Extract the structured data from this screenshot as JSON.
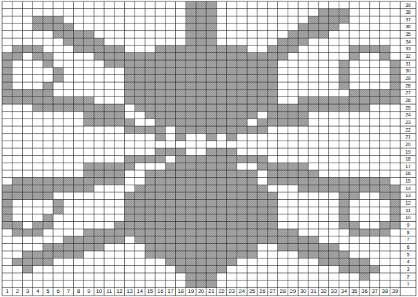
{
  "diagram": {
    "labels": [
      "1",
      "2",
      "3",
      "4",
      "5",
      "6",
      "7",
      "8",
      "9",
      "10",
      "11",
      "12",
      "13",
      "14",
      "15",
      "16",
      "17",
      "18",
      "19",
      "20",
      "21",
      "22",
      "23",
      "24",
      "25",
      "26",
      "27",
      "28",
      "29",
      "30",
      "31",
      "32",
      "33",
      "34",
      "35",
      "36",
      "37",
      "38",
      "39",
      "1",
      "2",
      "3",
      "4",
      "5",
      "6",
      "7",
      "8",
      "9",
      "10",
      "11",
      "12",
      "13",
      "14",
      "15",
      "16",
      "17",
      "18",
      "19",
      "20",
      "21",
      "22",
      "23",
      "24",
      "25",
      "26",
      "27",
      "28",
      "29",
      "30",
      "31",
      "32",
      "33",
      "34",
      "35",
      "36",
      "37",
      "38",
      "39"
    ]
  }
}
